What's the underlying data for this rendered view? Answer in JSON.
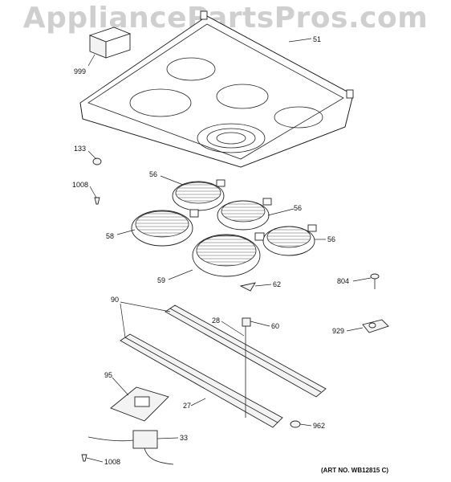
{
  "watermark": "AppliancePartsPros.com",
  "art_number": "(ART NO. WB12815 C)",
  "callouts": {
    "c51": "51",
    "c999": "999",
    "c133": "133",
    "c1008a": "1008",
    "c56a": "56",
    "c56b": "56",
    "c56c": "56",
    "c58": "58",
    "c59": "59",
    "c62": "62",
    "c804": "804",
    "c90": "90",
    "c28": "28",
    "c60": "60",
    "c929": "929",
    "c95": "95",
    "c27": "27",
    "c962": "962",
    "c33": "33",
    "c1008b": "1008"
  }
}
